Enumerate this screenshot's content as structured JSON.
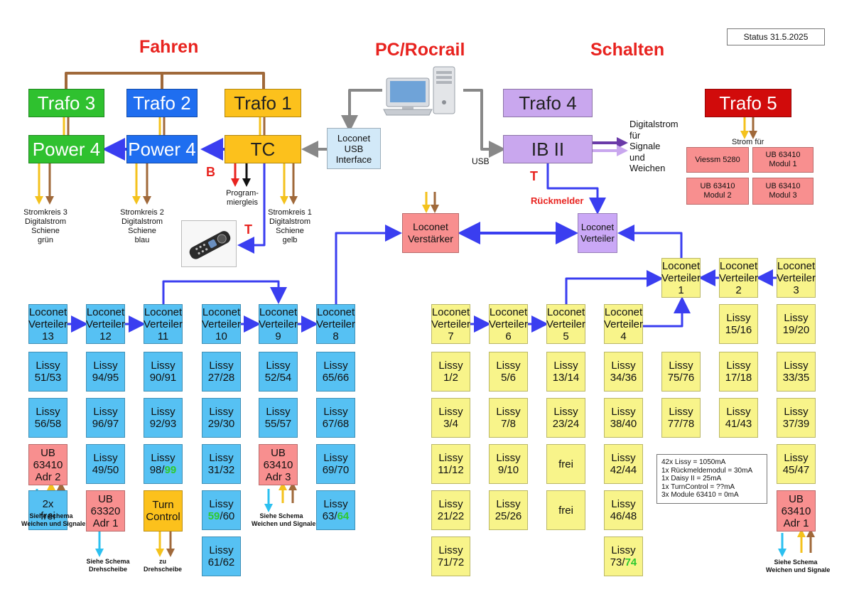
{
  "status": "Status 31.5.2025",
  "headers": {
    "fahren": "Fahren",
    "pc": "PC/Rocrail",
    "schalten": "Schalten"
  },
  "trafo": {
    "t3": "Trafo 3",
    "t2": "Trafo 2",
    "t1": "Trafo 1",
    "t4": "Trafo 4",
    "t5": "Trafo 5"
  },
  "power": {
    "p4a": "Power 4",
    "p4b": "Power 4",
    "tc": "TC",
    "ib2": "IB II"
  },
  "usb_if": [
    "Loconet",
    "USB",
    "Interface"
  ],
  "usb_label": "USB",
  "digitalstrom": [
    "Digitalstrom",
    "für",
    "Signale",
    "und",
    "Weichen"
  ],
  "strom_fuer": "Strom für",
  "t5_modules": [
    [
      "Viessm 5280"
    ],
    [
      "UB 63410",
      "Modul 1"
    ],
    [
      "UB 63410",
      "Modul 2"
    ],
    [
      "UB 63410",
      "Modul 3"
    ]
  ],
  "marks": {
    "b": "B",
    "t1": "T",
    "t2": "T",
    "rueck": "Rückmelder"
  },
  "prog": [
    "Program-",
    "miergleis"
  ],
  "stromkreise": [
    [
      "Stromkreis 3",
      "Digitalstrom",
      "Schiene",
      "grün"
    ],
    [
      "Stromkreis 2",
      "Digitalstrom",
      "Schiene",
      "blau"
    ],
    [
      "Stromkreis 1",
      "Digitalstrom",
      "Schiene",
      "gelb"
    ]
  ],
  "verstaerker": [
    "Loconet",
    "Verstärker"
  ],
  "verteiler_main": [
    "Loconet",
    "Verteiler"
  ],
  "verteiler_top": [
    [
      "Loconet",
      "Verteiler",
      "1"
    ],
    [
      "Loconet",
      "Verteiler",
      "2"
    ],
    [
      "Loconet",
      "Verteiler",
      "3"
    ]
  ],
  "left_cols": [
    [
      [
        "Loconet",
        "Verteiler",
        "13"
      ],
      [
        "Lissy",
        "51/53"
      ],
      [
        "Lissy",
        "56/58"
      ],
      [
        "UB",
        "63410",
        "Adr 2"
      ],
      [
        "2x",
        "frei"
      ]
    ],
    [
      [
        "Loconet",
        "Verteiler",
        "12"
      ],
      [
        "Lissy",
        "94/95"
      ],
      [
        "Lissy",
        "96/97"
      ],
      [
        "Lissy",
        "49/50"
      ],
      [
        "UB",
        "63320",
        "Adr 1"
      ]
    ],
    [
      [
        "Loconet",
        "Verteiler",
        "11"
      ],
      [
        "Lissy",
        "90/91"
      ],
      [
        "Lissy",
        "92/93"
      ],
      [
        "Lissy",
        "98/99"
      ],
      [
        "Turn",
        "Control"
      ]
    ],
    [
      [
        "Loconet",
        "Verteiler",
        "10"
      ],
      [
        "Lissy",
        "27/28"
      ],
      [
        "Lissy",
        "29/30"
      ],
      [
        "Lissy",
        "31/32"
      ],
      [
        "Lissy",
        "59/60"
      ],
      [
        "Lissy",
        "61/62"
      ]
    ],
    [
      [
        "Loconet",
        "Verteiler",
        "9"
      ],
      [
        "Lissy",
        "52/54"
      ],
      [
        "Lissy",
        "55/57"
      ],
      [
        "UB",
        "63410",
        "Adr 3"
      ]
    ],
    [
      [
        "Loconet",
        "Verteiler",
        "8"
      ],
      [
        "Lissy",
        "65/66"
      ],
      [
        "Lissy",
        "67/68"
      ],
      [
        "Lissy",
        "69/70"
      ],
      [
        "Lissy",
        "63/64"
      ]
    ]
  ],
  "right_cols": [
    [
      [
        "Loconet",
        "Verteiler",
        "7"
      ],
      [
        "Lissy",
        "1/2"
      ],
      [
        "Lissy",
        "3/4"
      ],
      [
        "Lissy",
        "11/12"
      ],
      [
        "Lissy",
        "21/22"
      ],
      [
        "Lissy",
        "71/72"
      ]
    ],
    [
      [
        "Loconet",
        "Verteiler",
        "6"
      ],
      [
        "Lissy",
        "5/6"
      ],
      [
        "Lissy",
        "7/8"
      ],
      [
        "Lissy",
        "9/10"
      ],
      [
        "Lissy",
        "25/26"
      ]
    ],
    [
      [
        "Loconet",
        "Verteiler",
        "5"
      ],
      [
        "Lissy",
        "13/14"
      ],
      [
        "Lissy",
        "23/24"
      ],
      [
        "frei"
      ],
      [
        "frei"
      ]
    ],
    [
      [
        "Loconet",
        "Verteiler",
        "4"
      ],
      [
        "Lissy",
        "34/36"
      ],
      [
        "Lissy",
        "38/40"
      ],
      [
        "Lissy",
        "42/44"
      ],
      [
        "Lissy",
        "46/48"
      ],
      [
        "Lissy",
        "73/74"
      ]
    ],
    [
      [
        "Lissy",
        "75/76"
      ],
      [
        "Lissy",
        "77/78"
      ]
    ],
    [
      [
        "Lissy",
        "15/16"
      ],
      [
        "Lissy",
        "17/18"
      ],
      [
        "Lissy",
        "41/43"
      ]
    ],
    [
      [
        "Lissy",
        "19/20"
      ],
      [
        "Lissy",
        "33/35"
      ],
      [
        "Lissy",
        "37/39"
      ],
      [
        "Lissy",
        "45/47"
      ],
      [
        "UB",
        "63410",
        "Adr 1"
      ]
    ]
  ],
  "notes": {
    "schema_weichen": [
      "Siehe Schema",
      "Weichen und Signale"
    ],
    "schema_dreh": [
      "Siehe Schema",
      "Drehscheibe"
    ],
    "zu_dreh": [
      "zu",
      "Drehscheibe"
    ]
  },
  "legend": [
    "42x Lissy = 1050mA",
    "1x Rückmeldemodul = 30mA",
    "1x Daisy II = 25mA",
    "1x TurnControl = ??mA",
    "3x Module 63410 = 0mA"
  ],
  "colors": {
    "wire_brown": "#a0693a",
    "wire_yellow": "#f4c21d",
    "loconet_blue": "#3a3ef0",
    "header_red": "#e8231f",
    "grey_wire": "#888888",
    "violet_dark": "#6a3aa8",
    "violet_light": "#c9a7ee"
  }
}
